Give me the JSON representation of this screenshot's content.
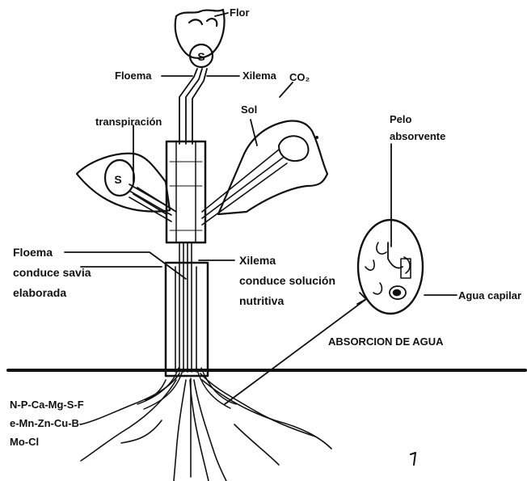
{
  "labels": {
    "flor": "Flor",
    "floema_top": "Floema",
    "xilema_top": "Xilema",
    "co2": "CO₂",
    "sol": "Sol",
    "transpiracion": "transpiración",
    "pelo_1": "Pelo",
    "pelo_2": "absorvente",
    "floema_1": "Floema",
    "floema_2": "conduce savia",
    "floema_3": "elaborada",
    "xilema_1": "Xilema",
    "xilema_2": "conduce solución",
    "xilema_3": "nutritiva",
    "agua_capilar": "Agua capilar",
    "absorcion": "ABSORCION DE AGUA",
    "nutrientes_1": "N-P-Ca-Mg-S-F",
    "nutrientes_2": "e-Mn-Zn-Cu-B-",
    "nutrientes_3": "Mo-Cl",
    "s_flower": "S",
    "s_leaf": "S"
  }
}
